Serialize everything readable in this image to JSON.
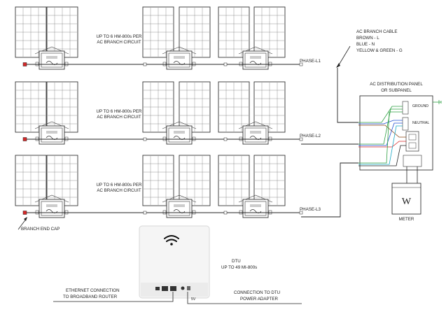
{
  "rows": [
    {
      "note_line1": "UP TO 6 HM-800s PER",
      "note_line2": "AC BRANCH CIRCUIT",
      "phase_label": "PHASE-L1"
    },
    {
      "note_line1": "UP TO 6 HM-800s PER",
      "note_line2": "AC BRANCH CIRCUIT",
      "phase_label": "PHASE-L2"
    },
    {
      "note_line1": "UP TO 6 HM-800s PER",
      "note_line2": "AC BRANCH CIRCUIT",
      "phase_label": "PHASE-L3"
    }
  ],
  "ac_cable": {
    "title": "AC BRANCH CABLE",
    "lines": [
      "BROWN - L",
      "BLUE - N",
      "YELLOW & GREEN - G"
    ]
  },
  "panel": {
    "title_line1": "AC DISTRIBUTION PANEL",
    "title_line2": "OR SUBPANEL",
    "ground_label": "GROUND",
    "neutral_label": "NEUTRAL"
  },
  "meter": {
    "symbol": "W",
    "label": "METER"
  },
  "branch_end_cap": "BRANCH END CAP",
  "dtu": {
    "title": "DTU",
    "subtitle": "UP TO 49 MI-800s",
    "ethernet_line1": "ETHERNET CONNECTION",
    "ethernet_line2": "TO BROADBAND ROUTER",
    "power_line1": "CONNECTION TO DTU",
    "power_line2": "POWER ADAPTER",
    "voltage": "5V",
    "icon": "wifi-icon"
  },
  "colors": {
    "brown": "#8b4513",
    "blue": "#1f4fd1",
    "green": "#2ea043",
    "yellow": "#d4b106",
    "red": "#d62828",
    "cyan": "#1aa7c4"
  }
}
